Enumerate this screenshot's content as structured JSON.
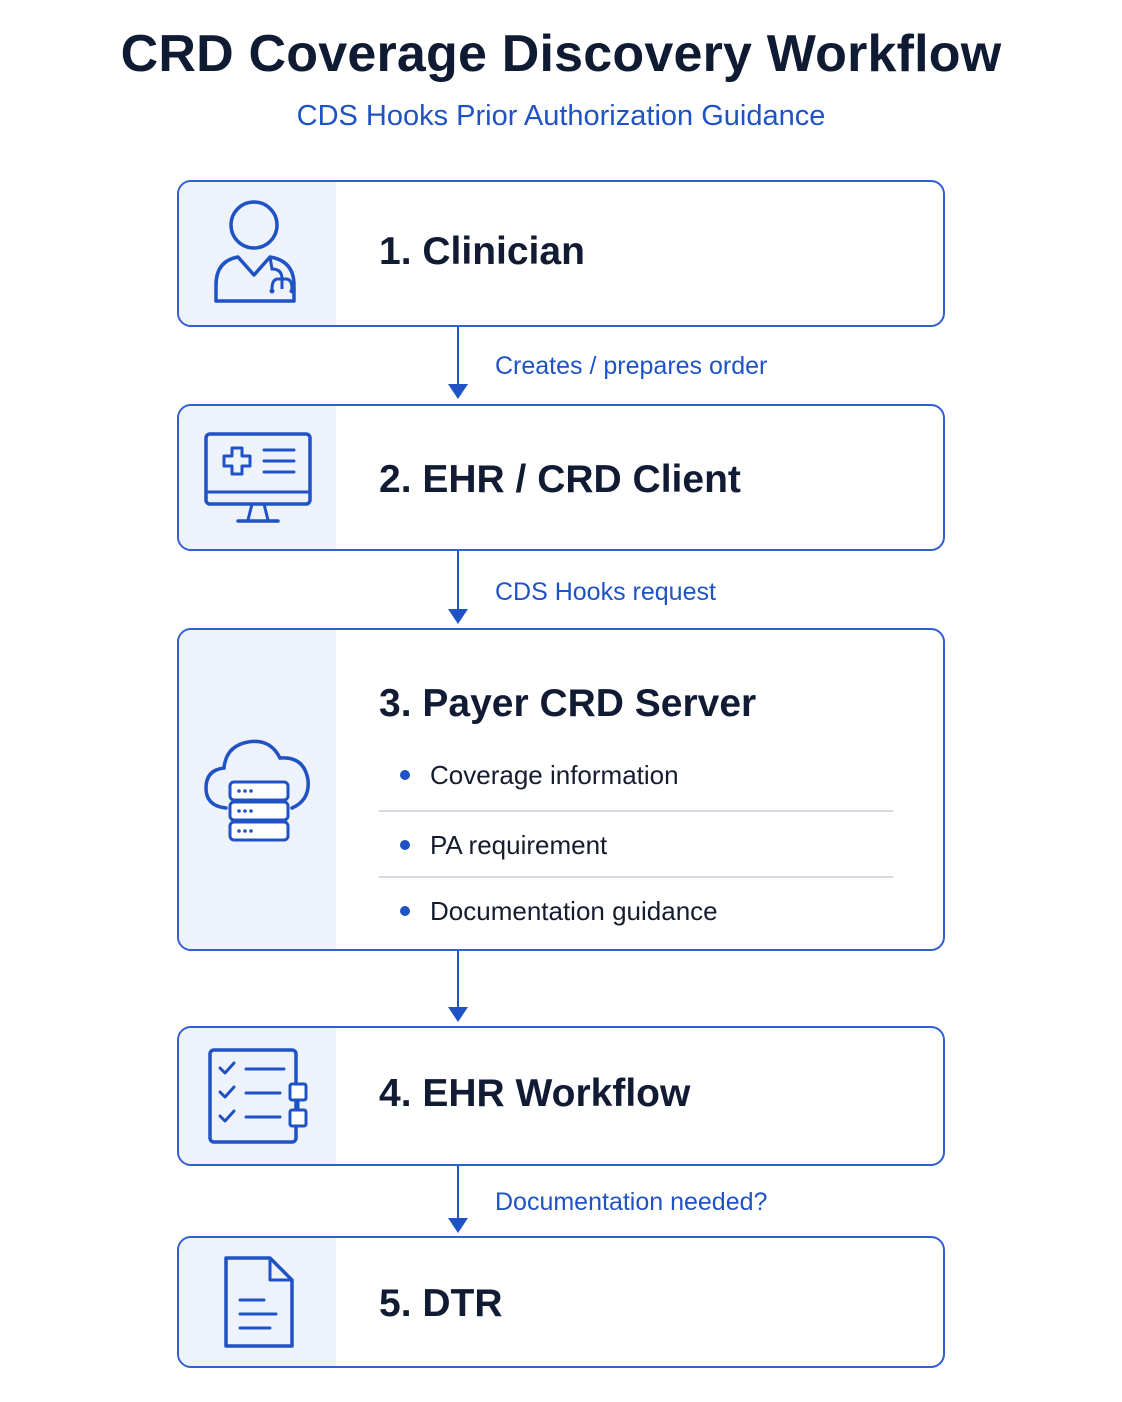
{
  "header": {
    "title": "CRD Coverage Discovery Workflow",
    "subtitle": "CDS Hooks Prior Authorization Guidance"
  },
  "steps": [
    {
      "title": "1. Clinician",
      "icon": "clinician-icon"
    },
    {
      "title": "2. EHR / CRD Client",
      "icon": "ehr-monitor-icon"
    },
    {
      "title": "3. Payer CRD Server",
      "icon": "cloud-server-icon",
      "bullets": [
        "Coverage information",
        "PA requirement",
        "Documentation guidance"
      ]
    },
    {
      "title": "4. EHR Workflow",
      "icon": "workflow-checklist-icon"
    },
    {
      "title": "5. DTR",
      "icon": "document-icon"
    }
  ],
  "edges": [
    {
      "from": "1. Clinician",
      "to": "2. EHR / CRD Client",
      "label": "Creates / prepares order"
    },
    {
      "from": "2. EHR / CRD Client",
      "to": "3. Payer CRD Server",
      "label": "CDS Hooks request"
    },
    {
      "from": "3. Payer CRD Server",
      "to": "4. EHR Workflow",
      "label": ""
    },
    {
      "from": "4. EHR Workflow",
      "to": "5. DTR",
      "label": "Documentation needed?"
    }
  ],
  "colors": {
    "accent": "#1f53c5",
    "border": "#2f5fd0",
    "icon_panel": "#eef2fb",
    "title_text": "#0f1a33",
    "divider": "#d6d9e0"
  }
}
